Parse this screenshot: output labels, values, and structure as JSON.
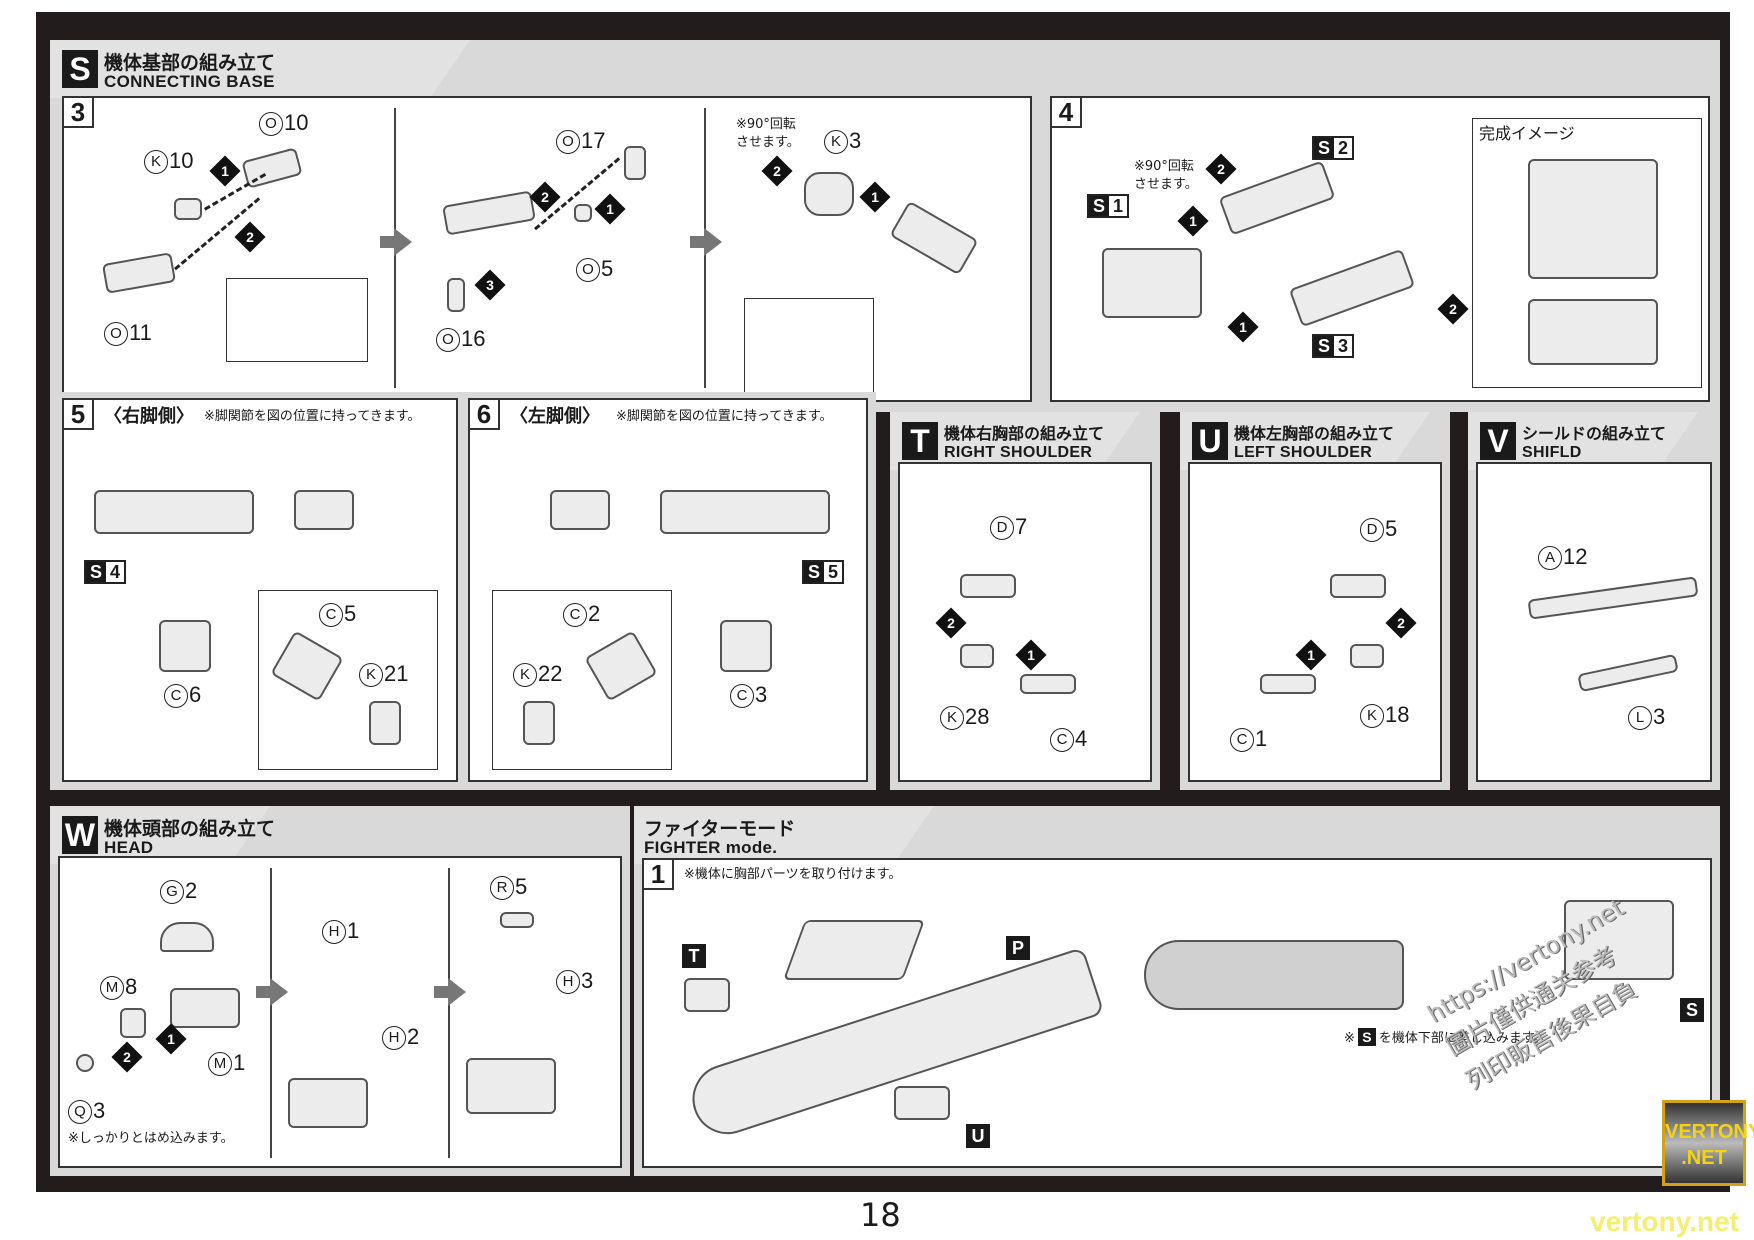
{
  "page": {
    "number": "18"
  },
  "sections": {
    "S": {
      "letter": "S",
      "title_jp": "機体基部の組み立て",
      "title_en": "CONNECTING BASE",
      "step3": {
        "num": "3",
        "parts_a": [
          {
            "r": "O",
            "n": "10"
          },
          {
            "r": "K",
            "n": "10"
          },
          {
            "r": "O",
            "n": "11"
          }
        ],
        "parts_b": [
          {
            "r": "O",
            "n": "17"
          },
          {
            "r": "O",
            "n": "5"
          },
          {
            "r": "O",
            "n": "16"
          }
        ],
        "note_c": "※90°回転\nさせます。",
        "parts_c": [
          {
            "r": "K",
            "n": "3"
          }
        ]
      },
      "step4": {
        "num": "4",
        "note": "※90°回転\nさせます。",
        "sub_parts": [
          {
            "l": "S",
            "n": "1"
          },
          {
            "l": "S",
            "n": "2"
          },
          {
            "l": "S",
            "n": "3"
          }
        ],
        "complete_label": "完成イメージ"
      }
    },
    "step5": {
      "num": "5",
      "title": "〈右脚側〉",
      "note": "※脚関節を図の位置に持ってきます。",
      "sub": {
        "l": "S",
        "n": "4"
      },
      "parts": [
        {
          "r": "C",
          "n": "5"
        },
        {
          "r": "K",
          "n": "21"
        },
        {
          "r": "C",
          "n": "6"
        }
      ]
    },
    "step6": {
      "num": "6",
      "title": "〈左脚側〉",
      "note": "※脚関節を図の位置に持ってきます。",
      "sub": {
        "l": "S",
        "n": "5"
      },
      "parts": [
        {
          "r": "C",
          "n": "2"
        },
        {
          "r": "K",
          "n": "22"
        },
        {
          "r": "C",
          "n": "3"
        }
      ]
    },
    "T": {
      "letter": "T",
      "title_jp": "機体右胸部の組み立て",
      "title_en": "RIGHT SHOULDER",
      "parts": [
        {
          "r": "D",
          "n": "7"
        },
        {
          "r": "K",
          "n": "28"
        },
        {
          "r": "C",
          "n": "4"
        }
      ]
    },
    "U": {
      "letter": "U",
      "title_jp": "機体左胸部の組み立て",
      "title_en": "LEFT SHOULDER",
      "parts": [
        {
          "r": "D",
          "n": "5"
        },
        {
          "r": "C",
          "n": "1"
        },
        {
          "r": "K",
          "n": "18"
        }
      ]
    },
    "V": {
      "letter": "V",
      "title_jp": "シールドの組み立て",
      "title_en": "SHIFLD",
      "parts": [
        {
          "r": "A",
          "n": "12"
        },
        {
          "r": "L",
          "n": "3"
        }
      ]
    },
    "W": {
      "letter": "W",
      "title_jp": "機体頭部の組み立て",
      "title_en": "HEAD",
      "parts_a": [
        {
          "r": "G",
          "n": "2"
        },
        {
          "r": "M",
          "n": "8"
        },
        {
          "r": "M",
          "n": "1"
        },
        {
          "r": "Q",
          "n": "3"
        }
      ],
      "note": "※しっかりとはめ込みます。",
      "parts_b": [
        {
          "r": "H",
          "n": "1"
        },
        {
          "r": "H",
          "n": "2"
        }
      ],
      "parts_c": [
        {
          "r": "R",
          "n": "5"
        },
        {
          "r": "H",
          "n": "3"
        }
      ]
    },
    "fighter": {
      "title_jp": "ファイターモード",
      "title_en": "FIGHTER mode.",
      "step_num": "1",
      "note": "※機体に胸部パーツを取り付けます。",
      "tags": [
        "T",
        "P",
        "U",
        "S"
      ],
      "note2_pre": "※",
      "note2_tag": "S",
      "note2_post": "を機体下部に差し込みます。"
    }
  },
  "watermark": {
    "badge": "VERTONY\n.NET",
    "site": "vertony.net",
    "diag_lines": [
      "https://vertony.net",
      "圖片僅供通关参考",
      "列印販售後果自負"
    ]
  }
}
